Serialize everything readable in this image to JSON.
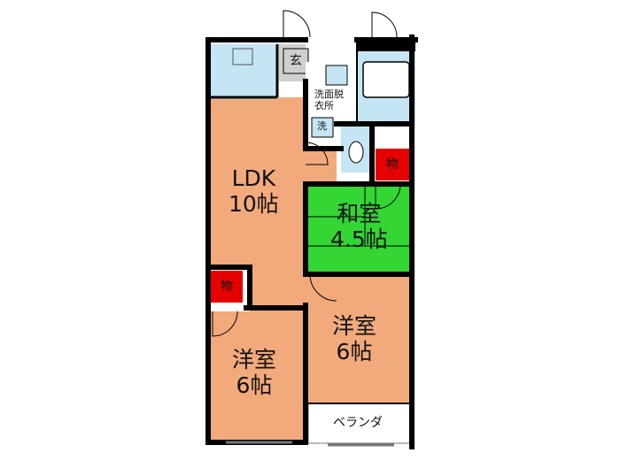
{
  "rooms": {
    "ldk": {
      "name": "LDK",
      "size": "10帖"
    },
    "washitsu": {
      "name": "和室",
      "size": "4.5帖"
    },
    "youshitsu_right": {
      "name": "洋室",
      "size": "6帖"
    },
    "youshitsu_left": {
      "name": "洋室",
      "size": "6帖"
    },
    "genkan": {
      "name": "玄"
    },
    "senmen": {
      "name": "洗面脱\n衣所"
    },
    "washer": {
      "name": "洗"
    },
    "storage_top": {
      "name": "物"
    },
    "storage_left": {
      "name": "物"
    },
    "balcony": {
      "name": "ベランダ"
    }
  },
  "colors": {
    "floor": "#f2aa7d",
    "tatami": "#33d633",
    "storage": "#e60000",
    "water": "#c5e4f4",
    "wall": "#000000",
    "gray": "#cfcfcf"
  }
}
